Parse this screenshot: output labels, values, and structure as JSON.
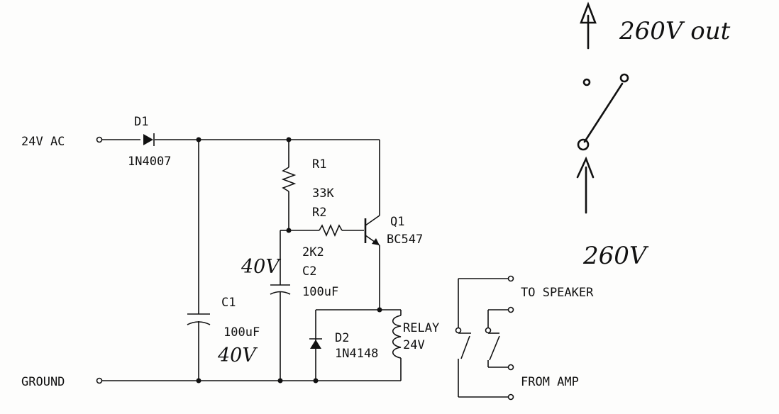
{
  "labels": {
    "input_ac": "24V AC",
    "ground": "GROUND",
    "d1_name": "D1",
    "d1_part": "1N4007",
    "r1_name": "R1",
    "r1_value": "33K",
    "r2_name": "R2",
    "r2_value": "2K2",
    "q1_name": "Q1",
    "q1_part": "BC547",
    "c2_name": "C2",
    "c2_value": "100uF",
    "c1_name": "C1",
    "c1_value": "100uF",
    "d2_name": "D2",
    "d2_part": "1N4148",
    "relay_name": "RELAY",
    "relay_voltage": "24V",
    "to_speaker": "TO SPEAKER",
    "from_amp": "FROM AMP"
  },
  "handwritten": {
    "c2_voltage": "40V",
    "c1_voltage": "40V",
    "out_label": "260V out",
    "in_label": "260V"
  }
}
